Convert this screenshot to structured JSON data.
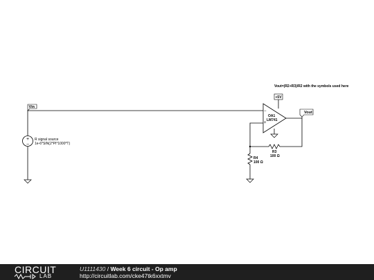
{
  "annotation": "Vout=(R2+R3)/R2 with the symbols used here",
  "nodes": {
    "vin": "Vin",
    "vout": "Vout",
    "supply": "+5V"
  },
  "opamp": {
    "ref": "OA1",
    "part": "LM741",
    "minus": "−",
    "plus": "+"
  },
  "source": {
    "name": "R signal source",
    "expr": "1e-6*SIN(2*PI*1000*T)",
    "plus": "+",
    "minus": "−"
  },
  "r3": {
    "ref": "R3",
    "value": "100 Ω"
  },
  "r4": {
    "ref": "R4",
    "value": "100 Ω"
  },
  "footer": {
    "logo_main": "CIRCUIT",
    "logo_sub": "LAB",
    "user": "U1111430",
    "separator": " / ",
    "title": "Week 6 circuit - Op amp",
    "url": "http://circuitlab.com/cke47tk6xxtmv"
  }
}
